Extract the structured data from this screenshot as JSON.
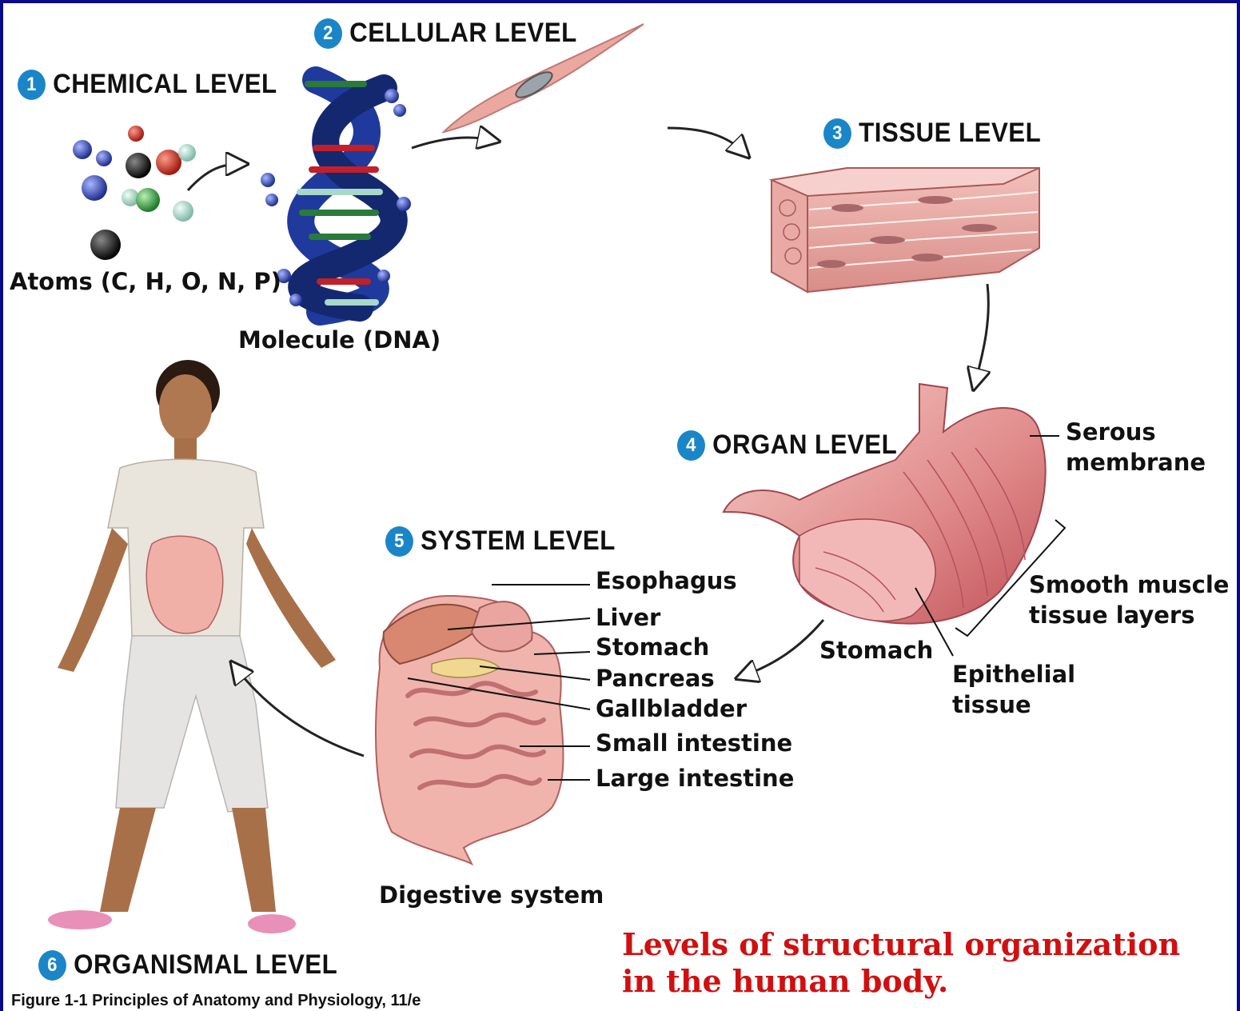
{
  "levels": [
    {
      "num": "1",
      "label": "CHEMICAL LEVEL"
    },
    {
      "num": "2",
      "label": "CELLULAR LEVEL"
    },
    {
      "num": "3",
      "label": "TISSUE LEVEL"
    },
    {
      "num": "4",
      "label": "ORGAN LEVEL"
    },
    {
      "num": "5",
      "label": "SYSTEM LEVEL"
    },
    {
      "num": "6",
      "label": "ORGANISMAL LEVEL"
    }
  ],
  "labels": {
    "atoms": "Atoms (C, H, O, N, P)",
    "molecule": "Molecule (DNA)",
    "serous_1": "Serous",
    "serous_2": "membrane",
    "smooth_1": "Smooth muscle",
    "smooth_2": "tissue layers",
    "stomach_organ": "Stomach",
    "epithelial_1": "Epithelial",
    "epithelial_2": "tissue",
    "digestive_system": "Digestive system"
  },
  "system_parts": [
    "Esophagus",
    "Liver",
    "Stomach",
    "Pancreas",
    "Gallbladder",
    "Small intestine",
    "Large intestine"
  ],
  "caption": "Figure 1-1  Principles of Anatomy and Physiology, 11/e",
  "title_line1": "Levels of structural organization",
  "title_line2": "in the human body.",
  "colors": {
    "background": "#0a0a8c",
    "number_badge": "#1a86c8",
    "title": "#d01010",
    "tissue": "#e8a0a0",
    "dna_blue": "#1f3a9c"
  }
}
